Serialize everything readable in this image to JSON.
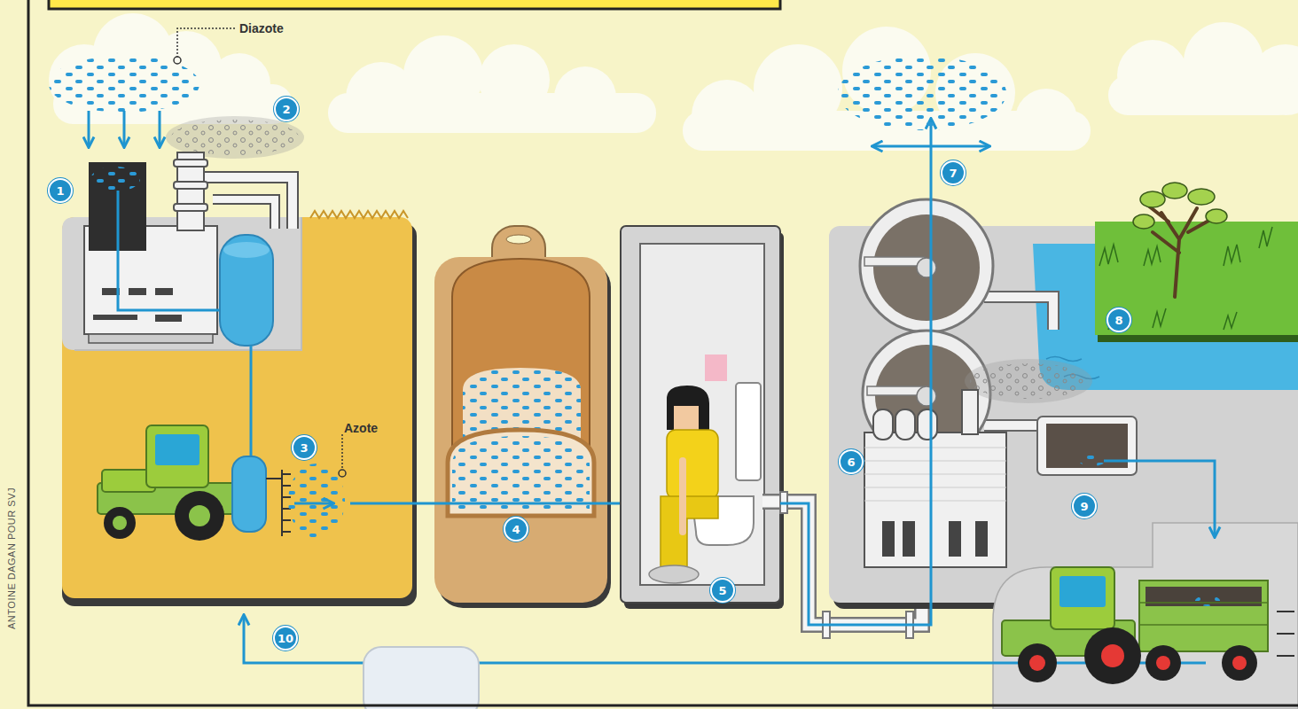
{
  "diagram": {
    "labels": [
      "Diazote",
      "2",
      "1",
      "7",
      "8",
      "6",
      "9",
      "Azote",
      "3",
      "4",
      "5",
      "10",
      "ANTOINE DAGAN POUR SVJ"
    ]
  }
}
